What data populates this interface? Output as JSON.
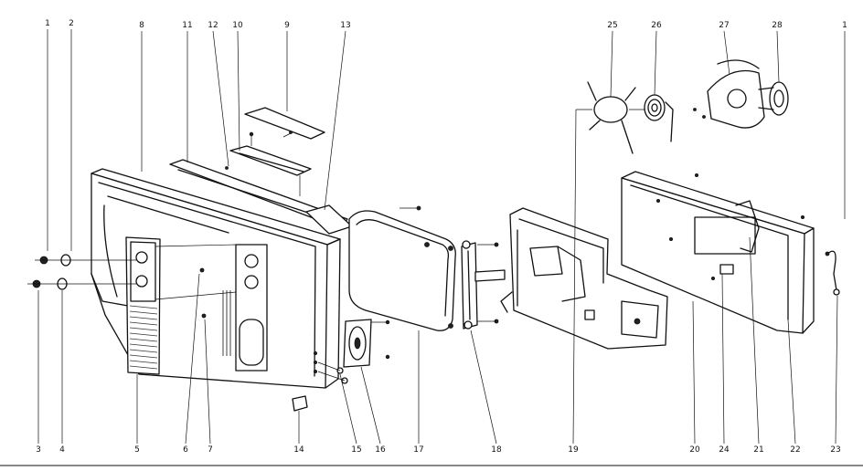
{
  "callouts": {
    "c1": "1",
    "c2": "2",
    "c3": "3",
    "c4": "4",
    "c5": "5",
    "c6": "6",
    "c7": "7",
    "c8": "8",
    "c9": "9",
    "c10": "10",
    "c11": "11",
    "c12": "12",
    "c13": "13",
    "c14": "14",
    "c15": "15",
    "c16": "16",
    "c17": "17",
    "c18": "18",
    "c19": "19",
    "c20": "20",
    "c21": "21",
    "c22": "22",
    "c23": "23",
    "c24": "24",
    "c25": "25",
    "c26": "26",
    "c27": "27",
    "c28": "28",
    "c1b": "1"
  }
}
